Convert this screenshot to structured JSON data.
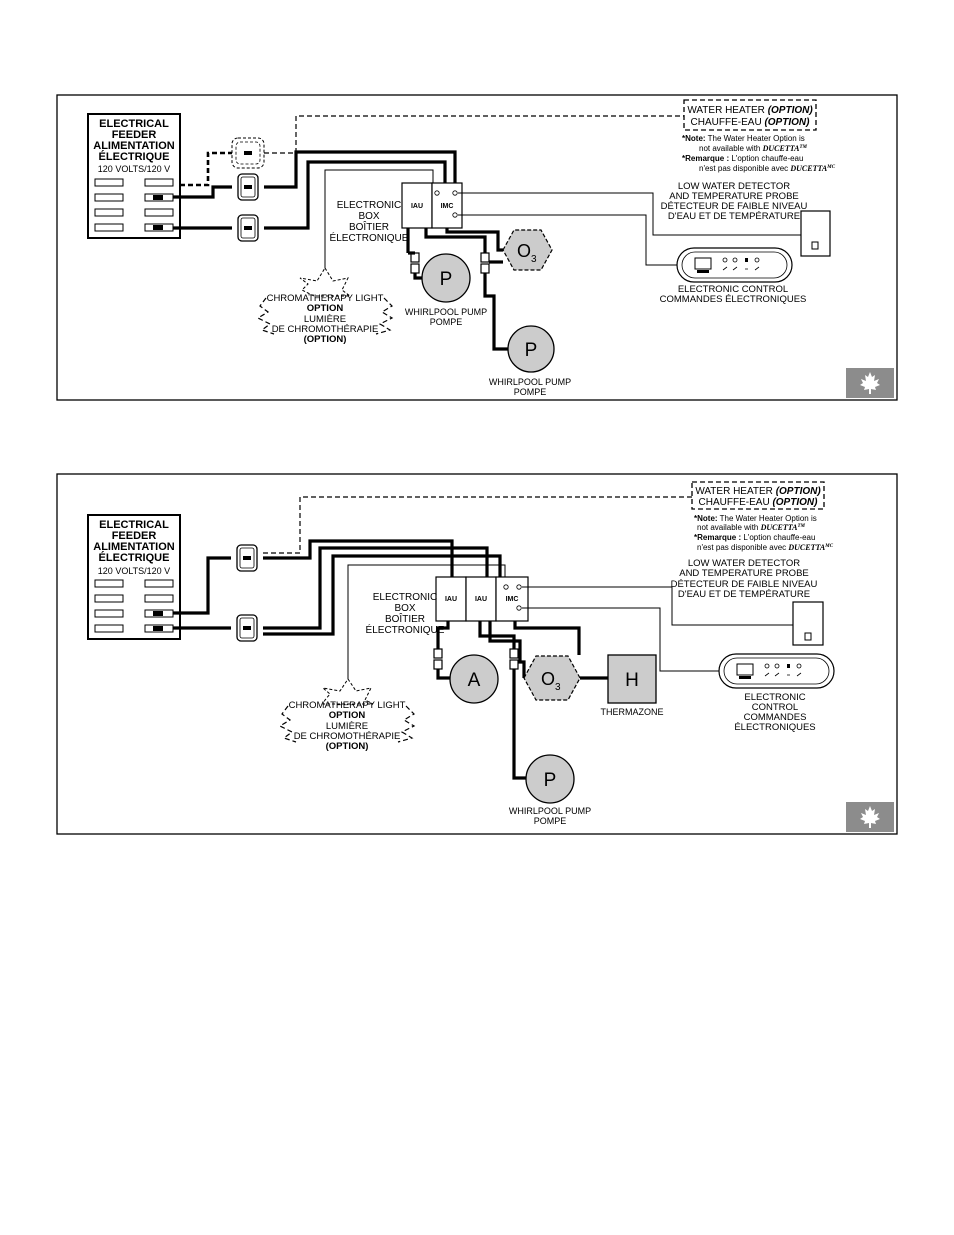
{
  "diagram1": {
    "feeder": {
      "l1": "ELECTRICAL",
      "l2": "FEEDER",
      "l3": "ALIMENTATION",
      "l4": "ÉLECTRIQUE",
      "l5": "120 VOLTS/120 V"
    },
    "water_heater": {
      "l1": "WATER HEATER",
      "l1b": "(OPTION)",
      "l2": "CHAUFFE-EAU",
      "l2b": "(OPTION)"
    },
    "note": {
      "n1a": "*Note:",
      "n1b": " The Water Heater Option is",
      "n2": "not available with ",
      "n2b": "DUCETTA",
      "n2c": "TM",
      "r1a": "*Remarque :",
      "r1b": " L'option chauffe-eau",
      "r2": "n'est pas disponible avec ",
      "r2b": "DUCETTA",
      "r2c": "MC"
    },
    "low_water": {
      "l1": "LOW WATER DETECTOR",
      "l2": "AND TEMPERATURE PROBE",
      "l3": "DÉTECTEUR DE FAIBLE NIVEAU",
      "l4": "D'EAU ET DE TEMPÉRATURE"
    },
    "box": {
      "l1": "ELECTRONIC",
      "l2": "BOX",
      "l3": "BOÎTIER",
      "l4": "ÉLECTRONIQUE",
      "iau": "IAU",
      "imc": "IMC"
    },
    "ozone": {
      "o": "O",
      "sub": "3"
    },
    "pump1": {
      "letter": "P",
      "l1": "WHIRLPOOL PUMP",
      "l2": "POMPE"
    },
    "pump2": {
      "letter": "P",
      "l1": "WHIRLPOOL PUMP",
      "l2": "POMPE"
    },
    "control": {
      "l1": "ELECTRONIC  CONTROL",
      "l2": "COMMANDES ÉLECTRONIQUES"
    },
    "chroma": {
      "l1": "CHROMATHERAPY LIGHT",
      "l2": "OPTION",
      "l3": "LUMIÈRE",
      "l4": "DE CHROMOTHÉRAPIE",
      "l5": "(OPTION)"
    }
  },
  "diagram2": {
    "feeder": {
      "l1": "ELECTRICAL",
      "l2": "FEEDER",
      "l3": "ALIMENTATION",
      "l4": "ÉLECTRIQUE",
      "l5": "120 VOLTS/120 V"
    },
    "water_heater": {
      "l1": "WATER HEATER",
      "l1b": "(OPTION)",
      "l2": "CHAUFFE-EAU",
      "l2b": "(OPTION)"
    },
    "note": {
      "n1a": "*Note:",
      "n1b": " The Water Heater Option is",
      "n2": "not available with ",
      "n2b": "DUCETTA",
      "n2c": "TM",
      "r1a": "*Remarque :",
      "r1b": " L'option chauffe-eau",
      "r2": "n'est pas disponible avec ",
      "r2b": "DUCETTA",
      "r2c": "MC"
    },
    "low_water": {
      "l1": "LOW WATER DETECTOR",
      "l2": "AND TEMPERATURE PROBE",
      "l3": "DÉTECTEUR DE FAIBLE NIVEAU",
      "l4": "D'EAU ET DE TEMPÉRATURE"
    },
    "box": {
      "l1": "ELECTRONIC",
      "l2": "BOX",
      "l3": "BOÎTIER",
      "l4": "ÉLECTRONIQUE",
      "iau1": "IAU",
      "iau2": "IAU",
      "imc": "IMC"
    },
    "blower": {
      "letter": "A"
    },
    "ozone": {
      "o": "O",
      "sub": "3"
    },
    "heater": {
      "letter": "H",
      "label": "THERMAZONE"
    },
    "pump": {
      "letter": "P",
      "l1": "WHIRLPOOL PUMP",
      "l2": "POMPE"
    },
    "control": {
      "l1": "ELECTRONIC",
      "l2": "CONTROL",
      "l3": "COMMANDES",
      "l4": "ÉLECTRONIQUES"
    },
    "chroma": {
      "l1": "CHROMATHERAPY LIGHT",
      "l2": "OPTION",
      "l3": "LUMIÈRE",
      "l4": "DE CHROMOTHÉRAPIE",
      "l5": "(OPTION)"
    }
  },
  "colors": {
    "line": "#000000",
    "component_fill": "#cccccc",
    "flag_grey": "#8c8c8c"
  },
  "icons": [
    "canada-flag-icon",
    "maple-leaf-icon",
    "control-panel-icon",
    "breaker-icon",
    "starburst-icon"
  ]
}
